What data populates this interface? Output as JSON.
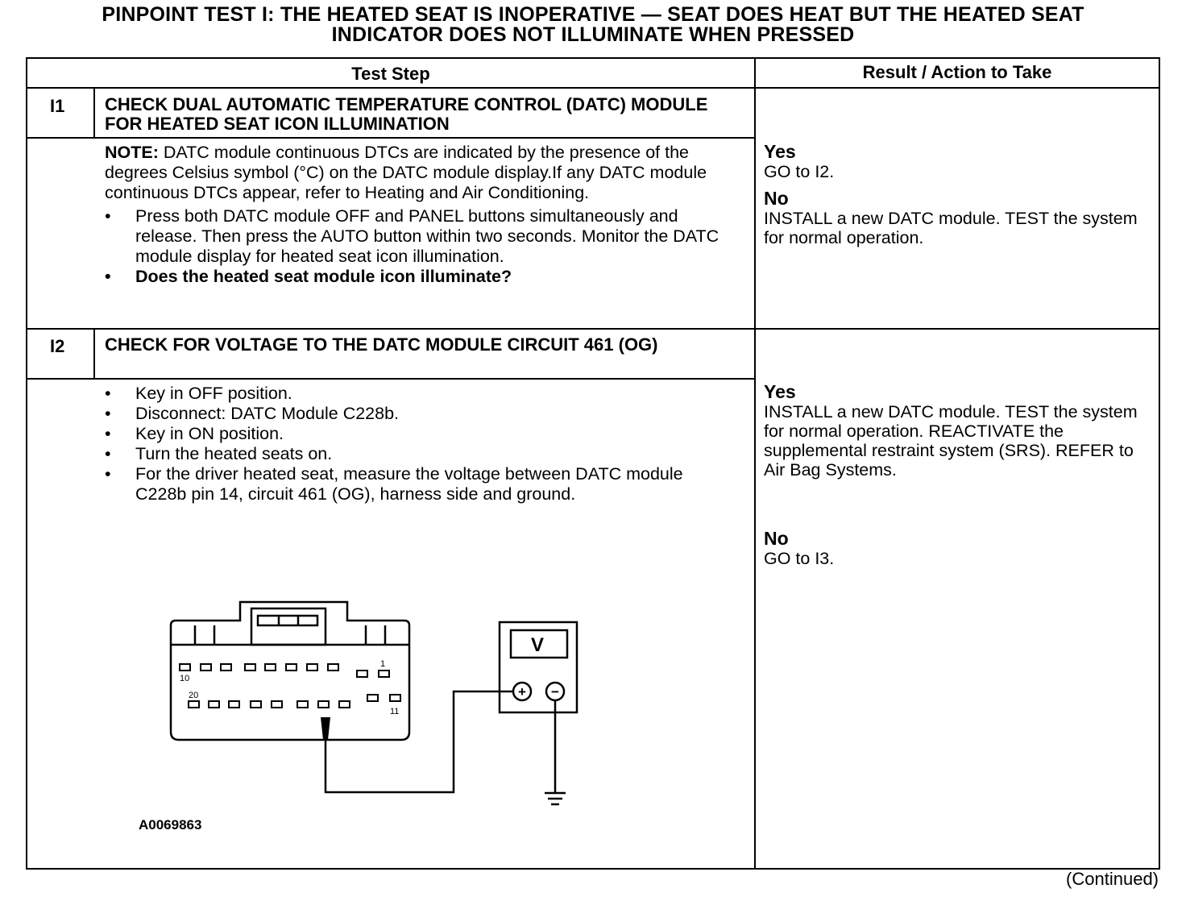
{
  "title_line1": "PINPOINT TEST I: THE HEATED SEAT IS INOPERATIVE — SEAT DOES HEAT BUT THE HEATED SEAT",
  "title_line2": "INDICATOR DOES NOT ILLUMINATE WHEN PRESSED",
  "headers": {
    "step": "Test Step",
    "result": "Result / Action to Take"
  },
  "steps": [
    {
      "id": "I1",
      "heading": "CHECK DUAL AUTOMATIC TEMPERATURE CONTROL (DATC) MODULE FOR HEATED SEAT ICON ILLUMINATION",
      "note_label": "NOTE:",
      "note_text": "DATC module continuous DTCs are indicated by the presence of the degrees Celsius symbol (°C) on the DATC module display.If any DATC module continuous DTCs appear, refer to Heating and Air Conditioning.",
      "bullets": [
        "Press both DATC module OFF and PANEL buttons simultaneously and release. Then press the AUTO button within two seconds. Monitor the DATC module display for heated seat icon illumination.",
        "Does the heated seat module icon illuminate?"
      ],
      "yes_label": "Yes",
      "yes_action": "GO to I2.",
      "no_label": "No",
      "no_action": "INSTALL a new DATC module. TEST the system for normal operation."
    },
    {
      "id": "I2",
      "heading": "CHECK FOR VOLTAGE TO THE DATC MODULE CIRCUIT 461 (OG)",
      "bullets": [
        "Key in OFF position.",
        "Disconnect: DATC Module C228b.",
        "Key in ON position.",
        "Turn the heated seats on.",
        "For the driver heated seat, measure the voltage between DATC module C228b pin 14, circuit 461 (OG), harness side and ground."
      ],
      "yes_label": "Yes",
      "yes_action": "INSTALL a new DATC module. TEST the system for normal operation. REACTIVATE the supplemental restraint system (SRS). REFER to Air Bag Systems.",
      "no_label": "No",
      "no_action": "GO to I3."
    }
  ],
  "figure": {
    "meter_symbol": "V",
    "pin_labels": [
      "1",
      "10",
      "20",
      "11"
    ],
    "plus": "+",
    "minus": "−",
    "code": "A0069863"
  },
  "continued": "(Continued)"
}
